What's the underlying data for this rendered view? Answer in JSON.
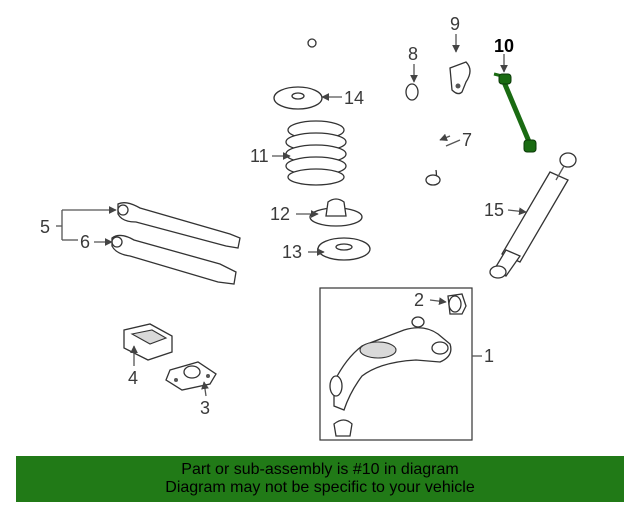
{
  "callouts": {
    "c1": "1",
    "c2": "2",
    "c3": "3",
    "c4": "4",
    "c5": "5",
    "c6": "6",
    "c7": "7",
    "c8": "8",
    "c9": "9",
    "c10": "10",
    "c11": "11",
    "c12": "12",
    "c13": "13",
    "c14": "14",
    "c15": "15"
  },
  "footer": {
    "line1": "Part or sub-assembly is #10 in diagram",
    "line2": "Diagram may not be specific to your vehicle",
    "background": "#217a17"
  },
  "highlight_color": "#1a6b12"
}
